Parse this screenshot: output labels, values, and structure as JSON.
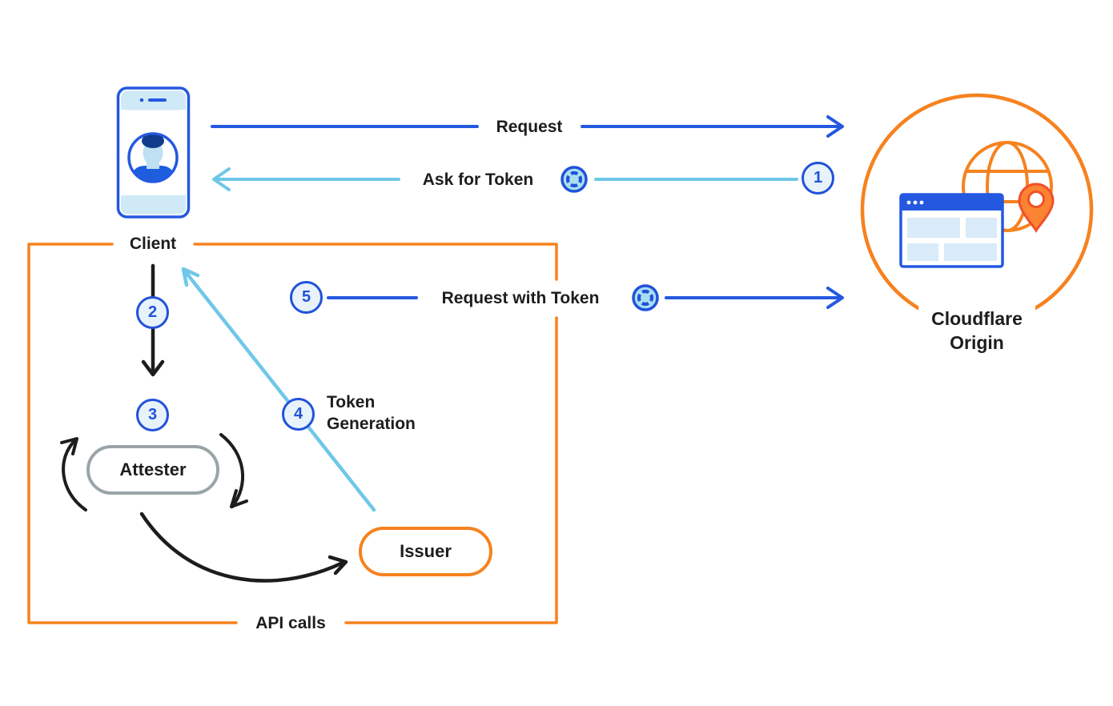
{
  "diagram": {
    "nodes": {
      "client": {
        "label": "Client"
      },
      "cloudflare_origin": {
        "line1": "Cloudflare",
        "line2": "Origin"
      },
      "attester": {
        "label": "Attester"
      },
      "issuer": {
        "label": "Issuer"
      }
    },
    "edges": {
      "request": "Request",
      "ask_for_token": "Ask for Token",
      "request_with_token": "Request with Token",
      "token_generation_line1": "Token",
      "token_generation_line2": "Generation",
      "api_calls": "API calls"
    },
    "steps": {
      "s1": "1",
      "s2": "2",
      "s3": "3",
      "s4": "4",
      "s5": "5"
    },
    "icons": [
      "smartphone-icon",
      "user-avatar-icon",
      "token-icon",
      "globe-icon",
      "browser-window-icon",
      "location-pin-icon"
    ],
    "colors": {
      "blue": "#2458e0",
      "light_blue": "#6fc7e8",
      "orange": "#f6821f",
      "badge_blue": "#2152d9",
      "badge_fill": "#e7f2fb",
      "gray": "#9aa4a8",
      "text_black": "#1d1d1b",
      "pin_fill": "#fc8332",
      "pin_stroke": "#f0502a"
    }
  }
}
